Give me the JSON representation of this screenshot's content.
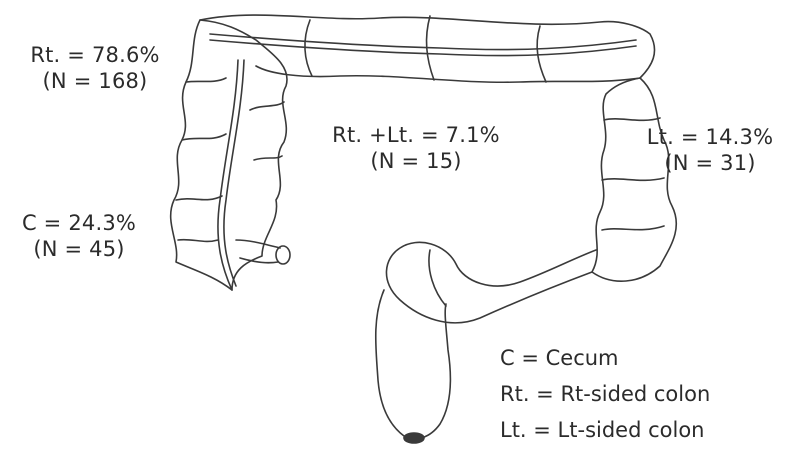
{
  "labels": {
    "right_sided": {
      "percent": "Rt. = 78.6%",
      "count": "(N = 168)"
    },
    "right_and_left": {
      "percent": "Rt. +Lt. = 7.1%",
      "count": "(N = 15)"
    },
    "left_sided": {
      "percent": "Lt. = 14.3%",
      "count": "(N = 31)"
    },
    "cecum": {
      "percent": "C = 24.3%",
      "count": "(N = 45)"
    }
  },
  "legend": {
    "items": [
      "C = Cecum",
      "Rt. = Rt-sided colon",
      "Lt. = Lt-sided colon"
    ]
  },
  "colors": {
    "ink": "#2b2b2b",
    "background": "#ffffff"
  }
}
